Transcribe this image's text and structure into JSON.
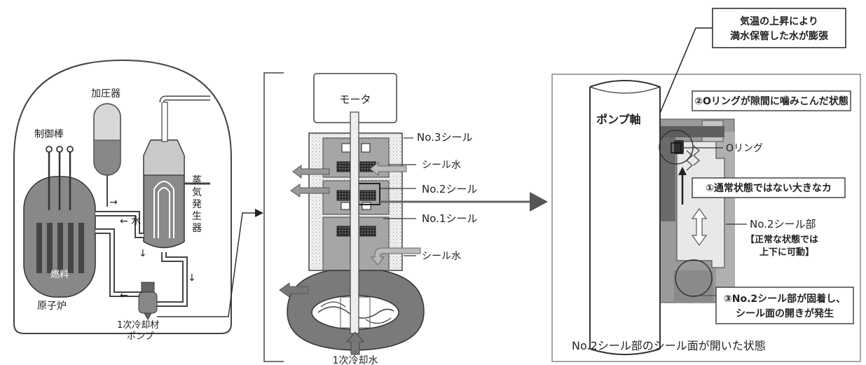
{
  "left_panel": {
    "pressurizer": "加圧器",
    "control_rods": "制御棒",
    "steam_generator": "蒸気発生器",
    "water": "← 水",
    "fuel": "燃料",
    "reactor": "原子炉",
    "pump_line1": "1次冷却材",
    "pump_line2": "ポンプ"
  },
  "middle_panel": {
    "motor": "モータ",
    "no3_seal": "No.3シール",
    "seal_water_1": "シール水",
    "no2_seal": "No.2シール",
    "no1_seal": "No.1シール",
    "seal_water_2": "シール水",
    "primary_coolant": "1次冷却水"
  },
  "right_panel": {
    "callout_top_line1": "気温の上昇により",
    "callout_top_line2": "満水保管した水が膨張",
    "pump_shaft": "ポンプ軸",
    "box_oring_stuck": "②Oリングが隙間に噛みこんだ状態",
    "oring": "Oリング",
    "box_force": "①通常状態ではない大きなカ",
    "no2_seal_part": "No.2シール部",
    "movable_line1": "【正常な状態では",
    "movable_line2": "上下に可動】",
    "box_fixed_line1": "③No.2シール部が固着し、",
    "box_fixed_line2": "シール面の開きが発生",
    "caption": "No.2シール部のシール面が開いた状態"
  }
}
